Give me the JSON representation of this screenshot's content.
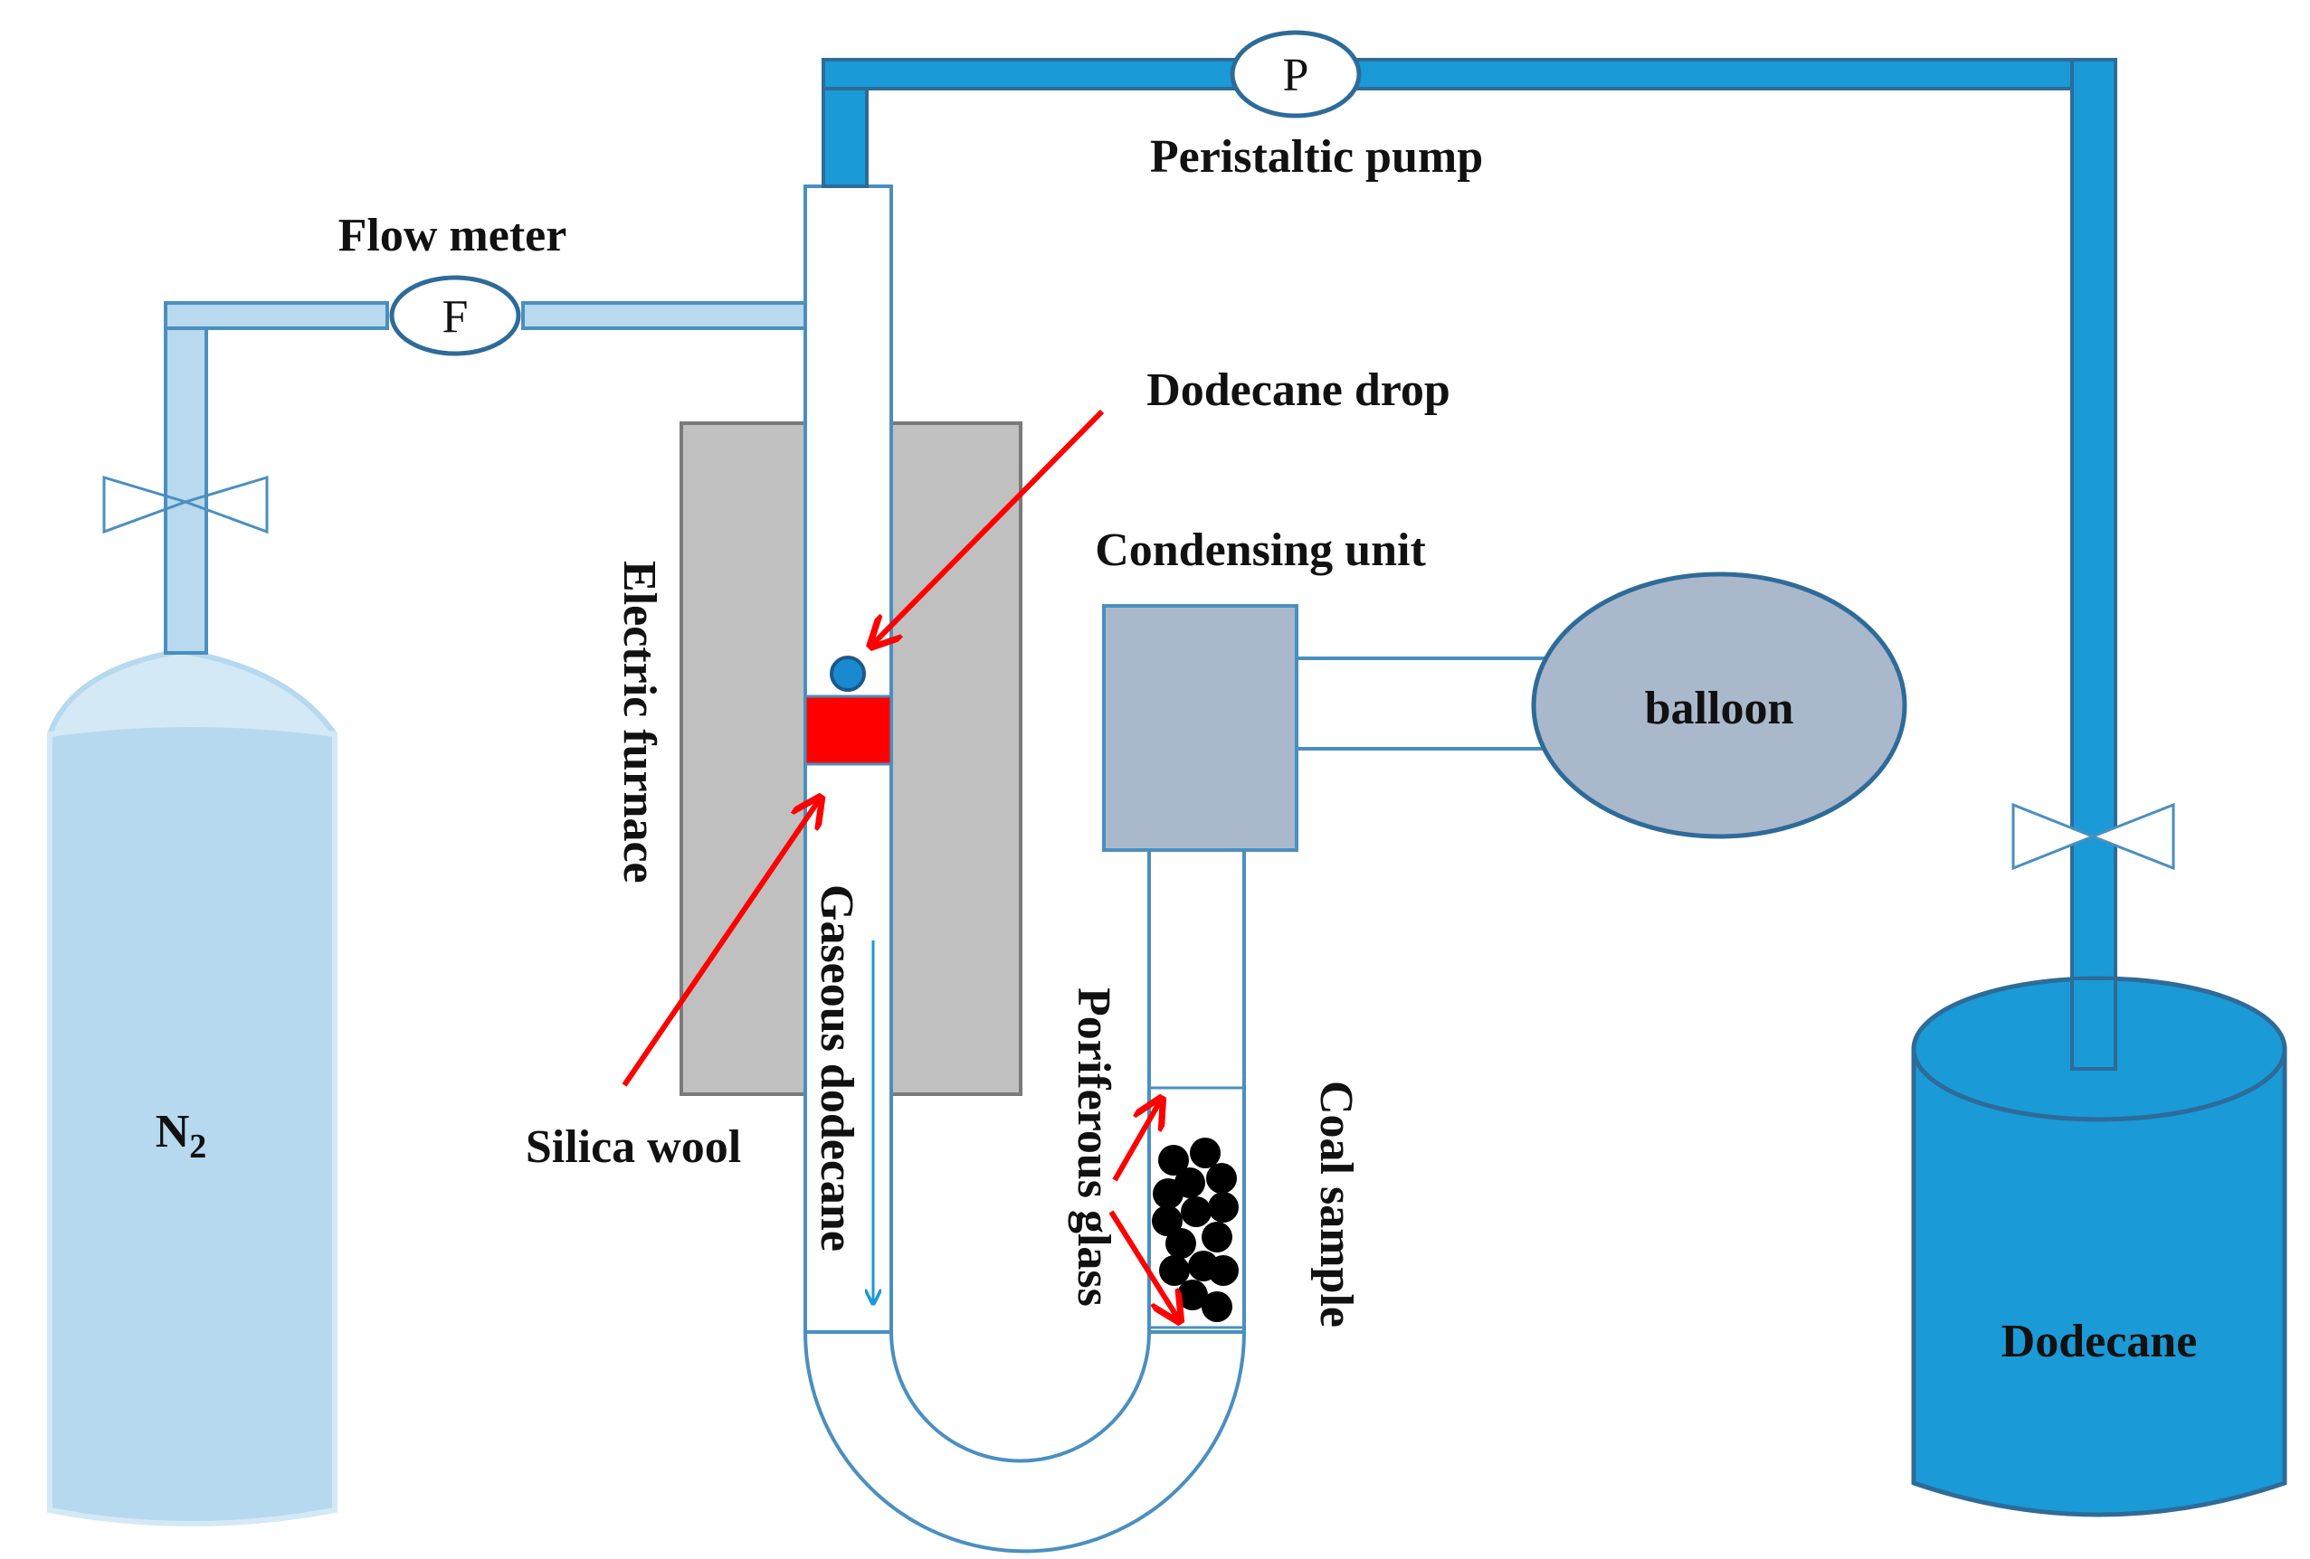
{
  "labels": {
    "flow_meter": "Flow meter",
    "flow_meter_symbol": "F",
    "pump": "Peristaltic pump",
    "pump_symbol": "P",
    "dodecane_drop": "Dodecane drop",
    "condensing_unit": "Condensing unit",
    "balloon": "balloon",
    "electric_furnace": "Electric furnace",
    "gaseous_dodecane": "Gaseous dodecane",
    "poriferous_glass": "Poriferous glass",
    "coal_sample": "Coal sample",
    "silica_wool": "Silica wool",
    "n2_main": "N",
    "n2_sub": "2",
    "dodecane_tank": "Dodecane"
  },
  "colors": {
    "light_pipe": "#b8d9ee",
    "dark_pipe": "#1a9ad6",
    "pipe_stroke": "#4a8fc0",
    "furnace": "#c0c0c0",
    "condenser": "#aab8cc",
    "tank_n2": "#b6d9ef",
    "tank_dodecane": "#1a9ad6",
    "silica_wool": "#ff0000",
    "arrow": "#ff0000",
    "coal": "#000000",
    "drop": "#1a8ad0"
  }
}
